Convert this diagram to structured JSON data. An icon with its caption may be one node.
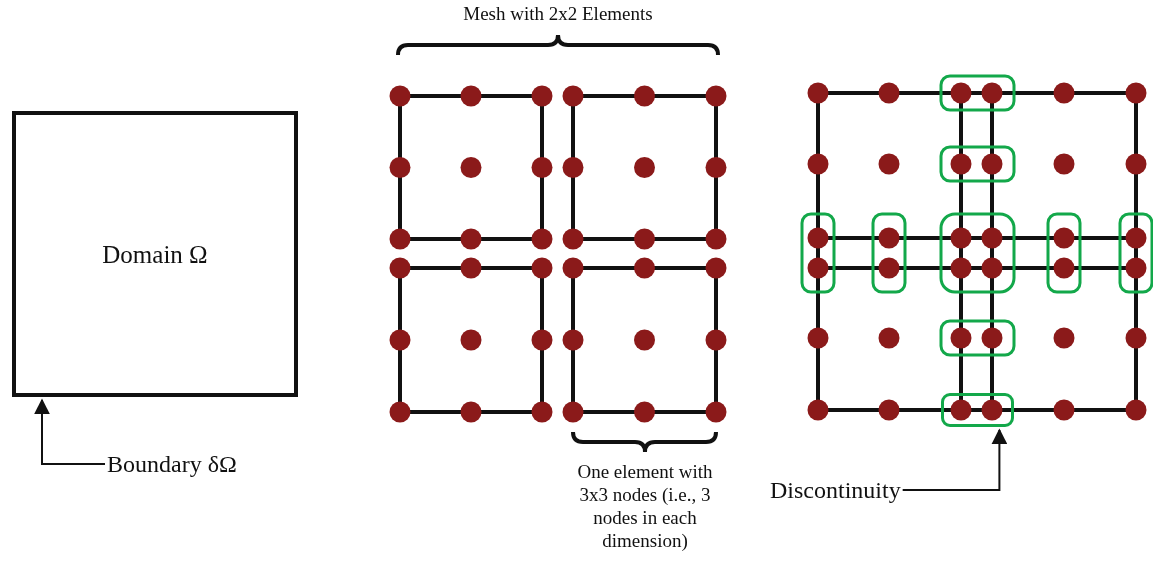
{
  "diagram": {
    "nodes": [
      {
        "text": [
          "Domain Ω"
        ]
      },
      {
        "text": [
          "Boundary δΩ"
        ]
      },
      {
        "text": [],
        "shape": "box"
      },
      {
        "text": [
          "Discontinuity"
        ]
      }
    ],
    "edges": [
      {
        "from": 1,
        "to": 0,
        "arrow": "to"
      },
      {
        "from": 3,
        "to": 2,
        "arrow": "to"
      }
    ],
    "labels": [
      "Mesh with 2x2 Elements",
      "One element with 3x3 nodes (i.e., 3 nodes in each dimension)"
    ]
  }
}
